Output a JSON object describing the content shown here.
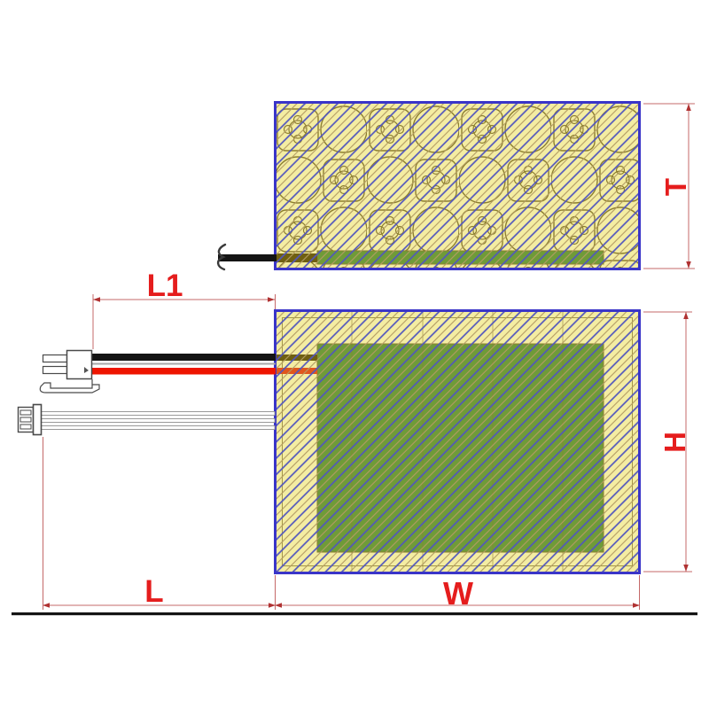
{
  "diagram": {
    "type": "heating-element-dimension-drawing",
    "views": {
      "side_view": {
        "name": "side cross-section",
        "dimension_labels": [
          "T"
        ]
      },
      "front_view": {
        "name": "front view",
        "dimension_labels": [
          "L1",
          "H",
          "L",
          "W"
        ]
      }
    },
    "labels": {
      "thickness": "T",
      "height": "H",
      "length": "L",
      "lead_length": "L1",
      "width": "W"
    },
    "colors": {
      "dimension_red": "#e51d1d",
      "line_red": "#c46868",
      "arrow_red": "#b03232",
      "panel_border_blue": "#3a35c8",
      "panel_yellow": "#f4eda2",
      "cell_outline": "#8d7f2f",
      "heater_green": "#6f9b38",
      "hatch_blue": "#5156bd",
      "hatch_tan": "#b39b63",
      "wire_black": "#141414",
      "wire_red": "#ee1500",
      "inner_wire_olive": "#6f5f10",
      "inner_wire_orange": "#e0571c",
      "connector_outline": "#4a4a4a",
      "baseline_black": "#141414"
    }
  }
}
